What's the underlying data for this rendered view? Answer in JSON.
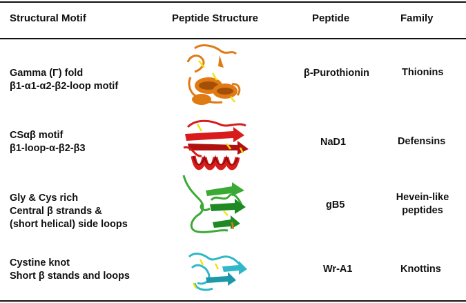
{
  "headers": {
    "motif": "Structural Motif",
    "structure": "Peptide Structure",
    "peptide": "Peptide",
    "family": "Family"
  },
  "rows": [
    {
      "motif_line1": "Gamma (Γ) fold",
      "motif_line2": "β1-α1-α2-β2-loop motif",
      "structure_icon": "orange-ribbon-structure-icon",
      "color": "#e07a14",
      "peptide": "β-Purothionin",
      "family_line1": "Thionins",
      "family_line2": ""
    },
    {
      "motif_line1": "CSαβ motif",
      "motif_line2": "β1-loop-α-β2-β3",
      "structure_icon": "red-ribbon-structure-icon",
      "color": "#d81c1c",
      "peptide": "NaD1",
      "family_line1": "Defensins",
      "family_line2": ""
    },
    {
      "motif_line1": "Gly & Cys rich",
      "motif_line2": "Central β strands &",
      "motif_line3": "(short helical) side loops",
      "structure_icon": "green-ribbon-structure-icon",
      "color": "#3aaa35",
      "peptide": "gB5",
      "family_line1": "Hevein-like",
      "family_line2": "peptides"
    },
    {
      "motif_line1": "Cystine knot",
      "motif_line2": "Short β stands and loops",
      "structure_icon": "cyan-ribbon-structure-icon",
      "color": "#2fb8c8",
      "peptide": "Wr-A1",
      "family_line1": "Knottins",
      "family_line2": ""
    }
  ],
  "disulfide_color": "#f2e40c"
}
